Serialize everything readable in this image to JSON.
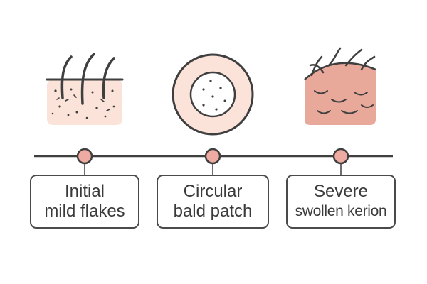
{
  "stages": [
    {
      "id": "initial",
      "line1": "Initial",
      "line2": "mild flakes",
      "icon": "skin-flakes-icon"
    },
    {
      "id": "circular",
      "line1": "Circular",
      "line2": "bald patch",
      "icon": "bald-patch-icon"
    },
    {
      "id": "severe",
      "line1": "Severe",
      "line2": "swollen kerion",
      "icon": "swollen-kerion-icon"
    }
  ],
  "colors": {
    "stroke": "#3f3f3f",
    "skin_light": "#fbe3da",
    "skin_dark": "#e8a89a",
    "node_fill": "#eeaba1",
    "patch_ring": "#fbe3da",
    "patch_inner": "#ffffff"
  }
}
